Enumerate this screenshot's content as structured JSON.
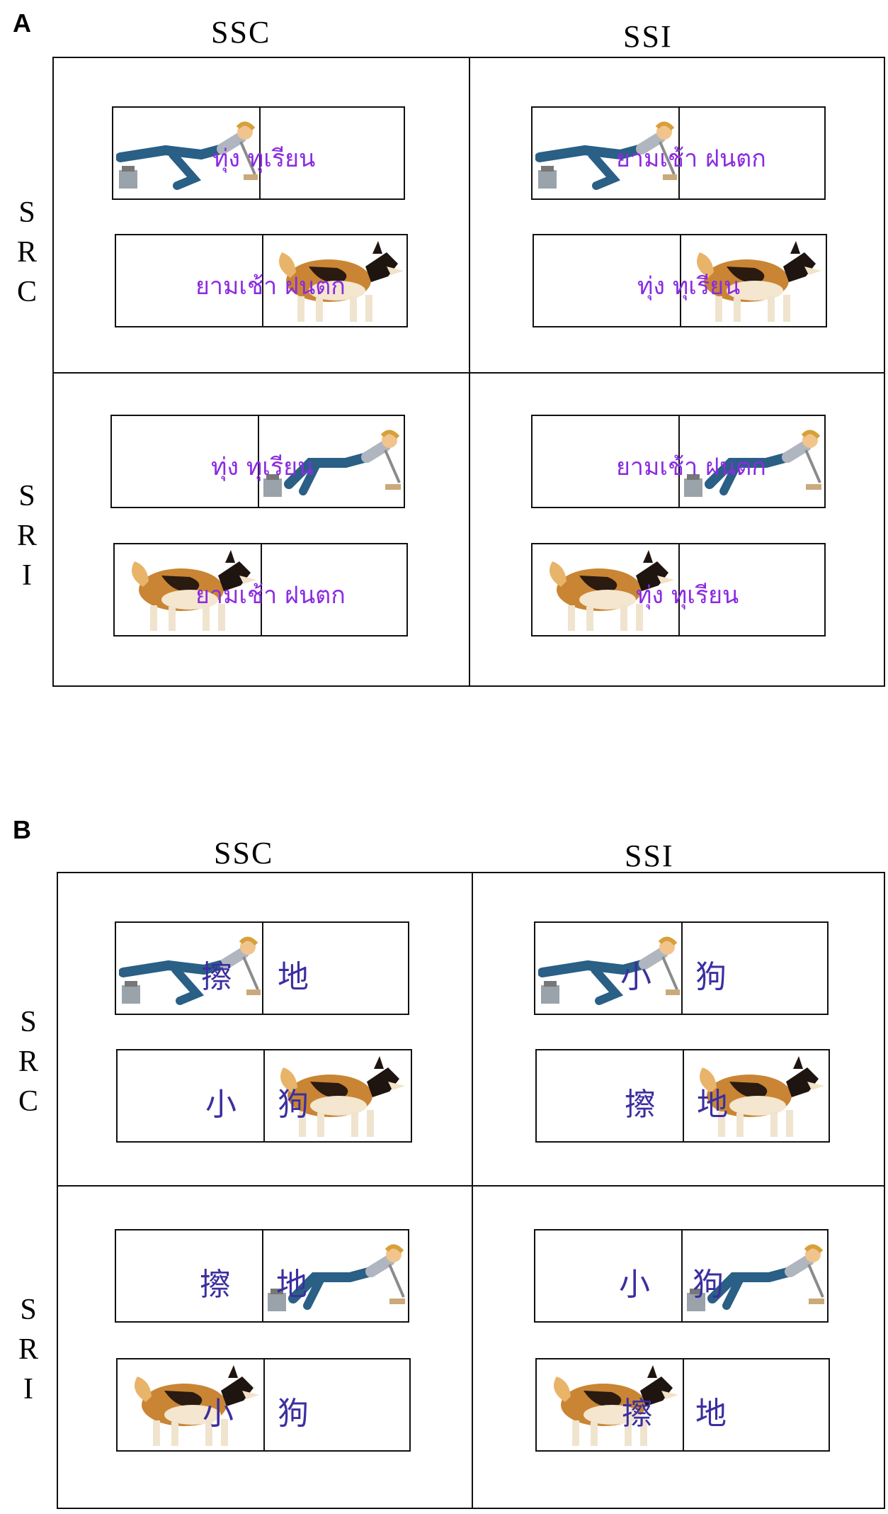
{
  "panels": [
    {
      "letter": "A",
      "columns": [
        "SSC",
        "SSI"
      ],
      "rows": [
        "S\nR\nC",
        "S\nR\nI"
      ],
      "words": {
        "a1": "ทุ่ง ทุเรียน",
        "a2": "ยามเช้า ฝนตก",
        "a3": "ยามเช้า ฝนตก",
        "a4": "ทุ่ง ทุเรียน",
        "a5": "ทุ่ง ทุเรียน",
        "a6": "ยามเช้า ฝนตก",
        "a7": "ยามเช้า ฝนตก",
        "a8": "ทุ่ง ทุเรียน"
      }
    },
    {
      "letter": "B",
      "columns": [
        "SSC",
        "SSI"
      ],
      "rows": [
        "S\nR\nC",
        "S\nR\nI"
      ],
      "words": {
        "b1a": "擦",
        "b1b": "地",
        "b2a": "小",
        "b2b": "狗",
        "b3a": "小",
        "b3b": "狗",
        "b4a": "擦",
        "b4b": "地",
        "b5a": "擦",
        "b5b": "地",
        "b6a": "小",
        "b6b": "狗",
        "b7a": "小",
        "b7b": "狗",
        "b8a": "擦",
        "b8b": "地"
      }
    }
  ],
  "icons": {
    "person": "person-mopping-floor",
    "dog": "akita-dog"
  },
  "colors": {
    "thai_word": "#8a2be2",
    "chinese_word": "#3b2fa0"
  }
}
